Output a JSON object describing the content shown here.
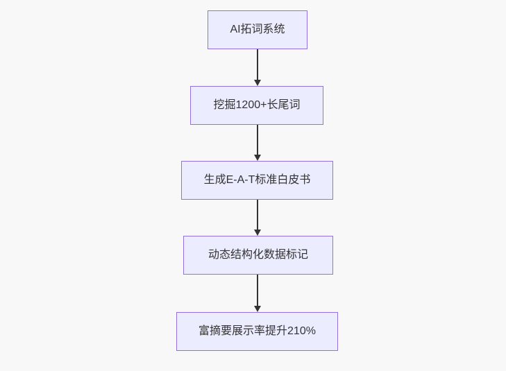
{
  "diagram": {
    "type": "flowchart",
    "direction": "top-down",
    "nodes": [
      {
        "id": "n1",
        "label": "AI拓词系统"
      },
      {
        "id": "n2",
        "label": "挖掘1200+长尾词"
      },
      {
        "id": "n3",
        "label": "生成E-A-T标准白皮书"
      },
      {
        "id": "n4",
        "label": "动态结构化数据标记"
      },
      {
        "id": "n5",
        "label": "富摘要展示率提升210%"
      }
    ],
    "edges": [
      {
        "from": "n1",
        "to": "n2"
      },
      {
        "from": "n2",
        "to": "n3"
      },
      {
        "from": "n3",
        "to": "n4"
      },
      {
        "from": "n4",
        "to": "n5"
      }
    ],
    "colors": {
      "node_fill": "#ECECFF",
      "node_border": "#9370DB",
      "arrow": "#333333",
      "text": "#333333",
      "background": "#f8f8f8"
    }
  }
}
